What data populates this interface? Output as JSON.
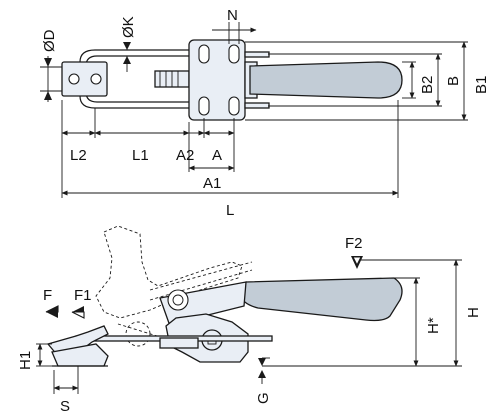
{
  "labels": {
    "D": "ØD",
    "K": "ØK",
    "N": "N",
    "B2": "B2",
    "B": "B",
    "B1": "B1",
    "L2": "L2",
    "L1": "L1",
    "A2": "A2",
    "A": "A",
    "A1": "A1",
    "L": "L",
    "F2": "F2",
    "F": "F",
    "F1": "F1",
    "Hstar": "H*",
    "H": "H",
    "H1": "H1",
    "G": "G",
    "S": "S"
  },
  "colors": {
    "part_fill": "#e9eef5",
    "handle_fill": "#c2ccd6",
    "line": "#1a1a1a"
  }
}
